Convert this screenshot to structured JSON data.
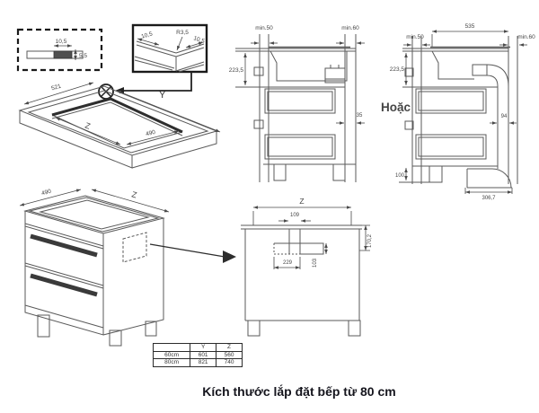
{
  "caption": "Kích thước lắp đặt bếp từ 80 cm",
  "or_label": "Hoặc",
  "detail_profile": {
    "w": "10,5",
    "h": "5,5"
  },
  "detail_corner": {
    "left": "10,5",
    "radius": "R3,5",
    "right": "10,5"
  },
  "countertop": {
    "edge_len": "521",
    "y_label": "Y",
    "z_label": "Z",
    "depth": "490"
  },
  "cab1": {
    "front": "min.50",
    "back": "min.60",
    "depth": "223,5",
    "gap": "35"
  },
  "cab2": {
    "width": "535",
    "front": "min.50",
    "back": "min.60",
    "depth": "223,5",
    "duct": "94",
    "plinth": "100",
    "duct_run": "306,7"
  },
  "cab3d": {
    "depth": "490",
    "z_label": "Z"
  },
  "front": {
    "z_label": "Z",
    "notch": "109",
    "cut_w": "229",
    "cut_h": "103",
    "total_h": "170,2"
  },
  "size_table": {
    "headers": [
      "",
      "Y",
      "Z"
    ],
    "rows": [
      [
        "60cm",
        "601",
        "560"
      ],
      [
        "80cm",
        "821",
        "740"
      ]
    ]
  }
}
